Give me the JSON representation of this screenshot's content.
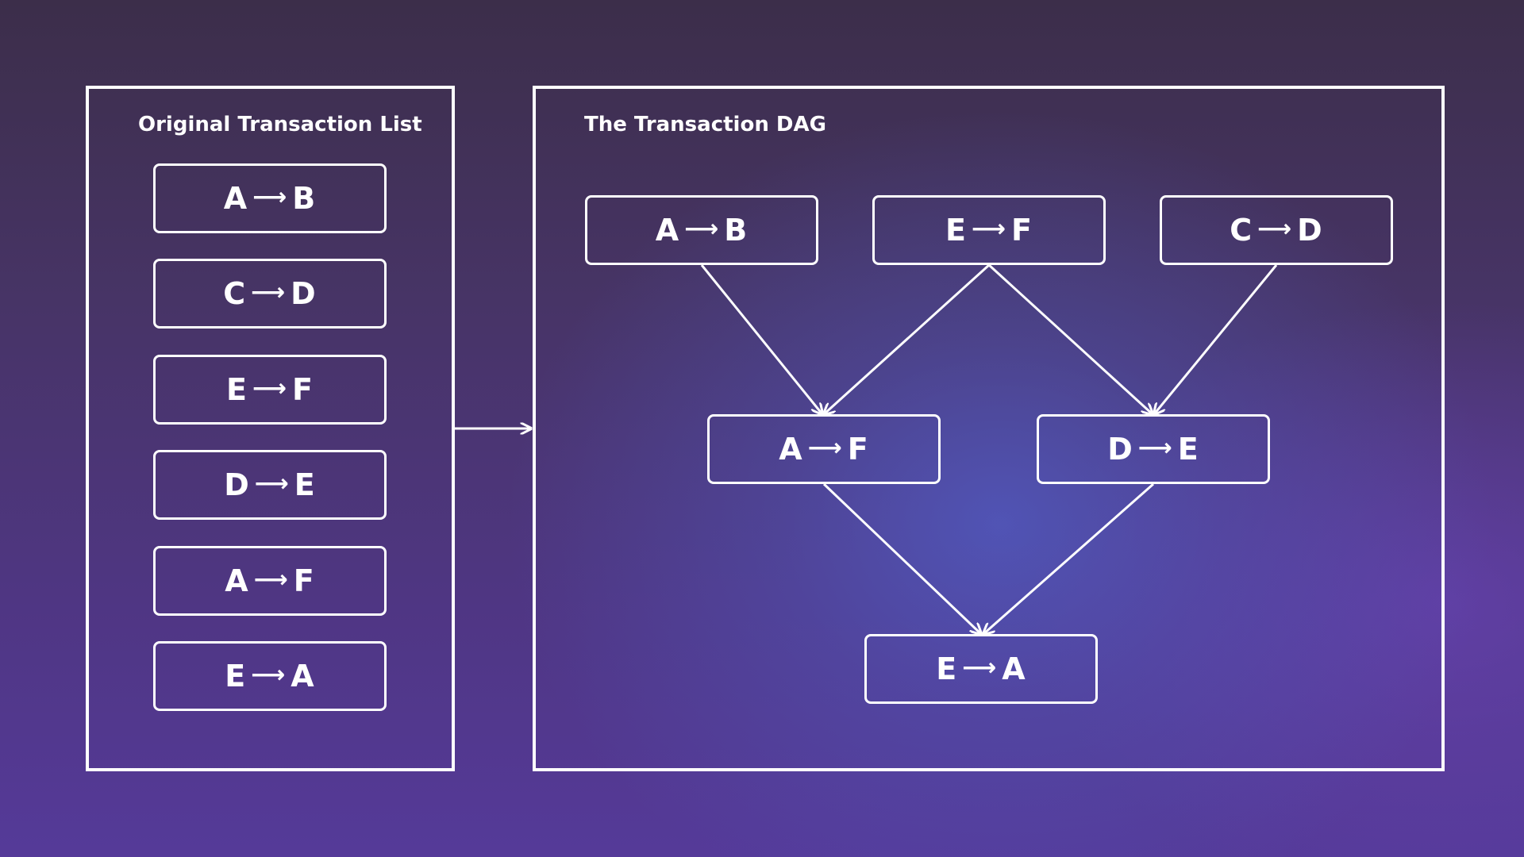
{
  "list_panel": {
    "title": "Original Transaction List",
    "items": [
      {
        "from": "A",
        "to": "B"
      },
      {
        "from": "C",
        "to": "D"
      },
      {
        "from": "E",
        "to": "F"
      },
      {
        "from": "D",
        "to": "E"
      },
      {
        "from": "A",
        "to": "F"
      },
      {
        "from": "E",
        "to": "A"
      }
    ]
  },
  "dag_panel": {
    "title": "The Transaction DAG",
    "nodes": {
      "ab": {
        "from": "A",
        "to": "B"
      },
      "ef": {
        "from": "E",
        "to": "F"
      },
      "cd": {
        "from": "C",
        "to": "D"
      },
      "af": {
        "from": "A",
        "to": "F"
      },
      "de": {
        "from": "D",
        "to": "E"
      },
      "ea": {
        "from": "E",
        "to": "A"
      }
    }
  },
  "arrow_symbol": "⟶",
  "colors": {
    "line": "#ffffff",
    "background_top": "#3c2e4a",
    "background_bottom": "#553a99",
    "glow": "#525ec8"
  }
}
